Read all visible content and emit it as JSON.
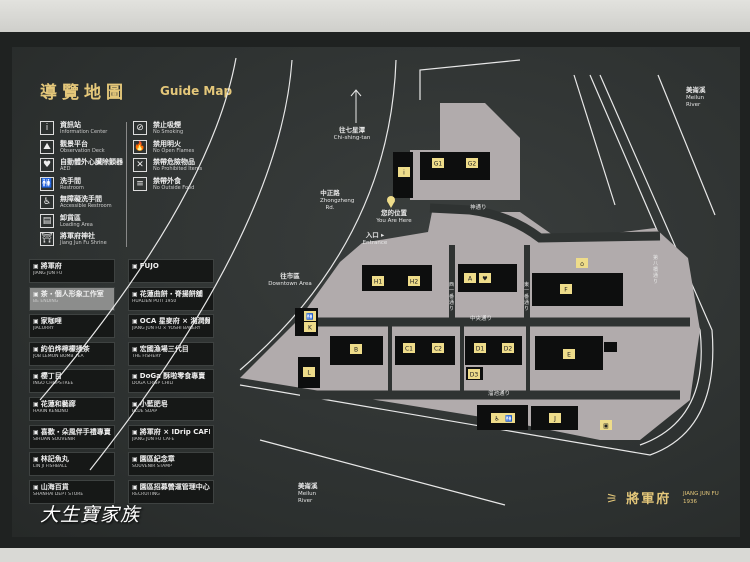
{
  "title": {
    "zh": "導覽地圖",
    "en": "Guide Map"
  },
  "legend": {
    "facilities": [
      {
        "icon": "info-icon",
        "glyph": "i",
        "zh": "資訊站",
        "en": "Information Center"
      },
      {
        "icon": "observation-deck-icon",
        "glyph": "⛰",
        "zh": "觀景平台",
        "en": "Observation Deck"
      },
      {
        "icon": "aed-icon",
        "glyph": "♥",
        "zh": "自動體外心臟除顫器",
        "en": "AED"
      },
      {
        "icon": "restroom-icon",
        "glyph": "🚻",
        "zh": "洗手間",
        "en": "Restroom"
      },
      {
        "icon": "accessible-icon",
        "glyph": "♿",
        "zh": "無障礙洗手間",
        "en": "Accessible Restroom"
      },
      {
        "icon": "loading-area-icon",
        "glyph": "▤",
        "zh": "卸貨區",
        "en": "Loading Area"
      },
      {
        "icon": "shrine-icon",
        "glyph": "⛩",
        "zh": "將軍府神社",
        "en": "Jiang Jun Fu Shrine"
      }
    ],
    "rules": [
      {
        "icon": "no-smoking-icon",
        "glyph": "⊘",
        "zh": "禁止吸煙",
        "en": "No Smoking"
      },
      {
        "icon": "no-open-flames-icon",
        "glyph": "🔥",
        "zh": "禁用明火",
        "en": "No Open Flames"
      },
      {
        "icon": "no-prohibited-items-icon",
        "glyph": "✕",
        "zh": "禁帶危險物品",
        "en": "No Prohibited Items"
      },
      {
        "icon": "no-outside-food-icon",
        "glyph": "≡",
        "zh": "禁帶外食",
        "en": "No Outside Food"
      }
    ]
  },
  "directory": {
    "left": [
      {
        "zh": "將軍府",
        "en": "JIANG JUN FU"
      },
      {
        "zh": "茶・個人形象工作室",
        "en": "BE ENDING",
        "highlight": true
      },
      {
        "zh": "家咖哩",
        "en": "JIACURRY"
      },
      {
        "zh": "約伯烨檸檬揉茶",
        "en": "JOB LEMON BOMB TEA"
      },
      {
        "zh": "櫻丁目",
        "en": "INGO CHOPSTREE"
      },
      {
        "zh": "花蓮和藝廊",
        "en": "HARIN KENDNO"
      },
      {
        "zh": "喜歡・朵風伴手禮專賣店",
        "en": "SIHUAN SOUVENIR"
      },
      {
        "zh": "林記魚丸",
        "en": "LIN JI FISHBALL"
      },
      {
        "zh": "山海百貨",
        "en": "SHANHAI DEPT STORE"
      }
    ],
    "right": [
      {
        "zh": "FUJO",
        "en": ""
      },
      {
        "zh": "花蓮曲餅・脊揚餅舖",
        "en": "HUALIEN PUTI 1950"
      },
      {
        "zh": "OCA 星麥府 × 湘潤麵包坊",
        "en": "JIANG JUN FU × YOSHI BAKERY"
      },
      {
        "zh": "宏國漁場三代目",
        "en": "THE FISHERY"
      },
      {
        "zh": "DoGa 酥啦零食專賣",
        "en": "DOGA CRISP CHILI"
      },
      {
        "zh": "小藍肥皂",
        "en": "BLUE SOAP"
      },
      {
        "zh": "將軍府 × IDrip CAFÉ",
        "en": "JIANG JUN FU CAFE"
      },
      {
        "zh": "園區紀念章",
        "en": "SOUVENIR STAMP"
      },
      {
        "zh": "園區招募營運管理中心",
        "en": "RECRUITING"
      }
    ]
  },
  "map": {
    "to_chishingtan": {
      "zh": "往七星潭",
      "en": "Chi-shing-tan"
    },
    "zhongzheng": {
      "zh": "中正路",
      "en": "Zhongzheng Rd."
    },
    "you_are_here": {
      "zh": "您的位置",
      "en": "You Are Here"
    },
    "entrance": {
      "zh": "入口 ▸",
      "en": "Entrance"
    },
    "downtown": {
      "zh": "往市區",
      "en": "Downtown Area"
    },
    "meilun_top": {
      "zh": "美崙溪",
      "en1": "Meilun",
      "en2": "River"
    },
    "meilun_bottom": {
      "zh": "美崙溪",
      "en1": "Meilun",
      "en2": "River"
    },
    "roads": {
      "shen": "神通り",
      "central": "中央通り",
      "pond": "溜池通り",
      "west1": "西一番通り",
      "east1": "東一番通り",
      "bridge8": "第八橋通り"
    },
    "buildings": [
      "G1",
      "G2",
      "i",
      "H1",
      "H2",
      "A",
      "F",
      "K",
      "L",
      "B",
      "C1",
      "C2",
      "D1",
      "D2",
      "D3",
      "E",
      "J"
    ]
  },
  "logo": {
    "zh": "將軍府",
    "en": "JIANG JUN FU",
    "year": "1936"
  },
  "watermark": "大生寶家族",
  "colors": {
    "panel": "#2f3332",
    "ground": "#b0aaab",
    "building": "#0d0e0e",
    "label": "#eedc8a",
    "gold": "#e4c77a"
  }
}
